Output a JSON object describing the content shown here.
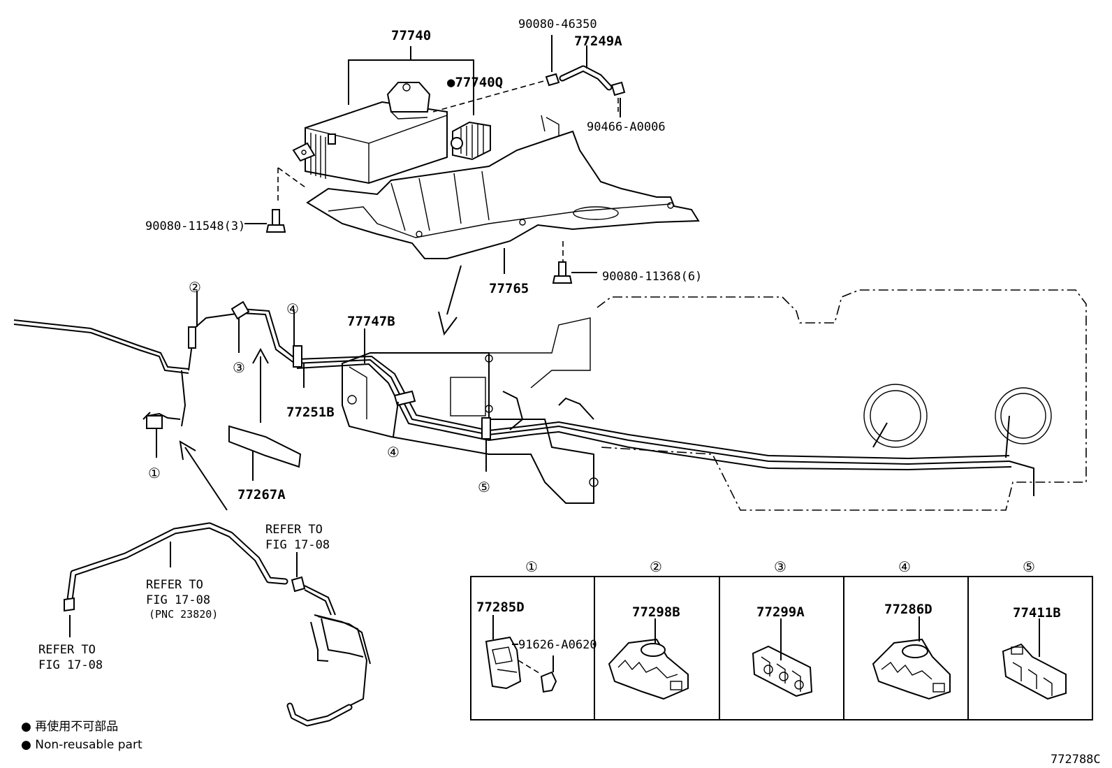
{
  "part_labels": {
    "canister": "77740",
    "canister_filter": "●77740Q",
    "hose": "77249A",
    "clip_top": "90080-46350",
    "clamp_top": "90466-A0006",
    "bolt_left": "90080-11548(3)",
    "bolt_right": "90080-11368(6)",
    "protector": "77765",
    "tube_b": "77747B",
    "tube_251b": "77251B",
    "protector_267a": "77267A",
    "catalog_code": "772788C"
  },
  "refer_notes": {
    "top_right": [
      "REFER TO",
      "FIG 17-08"
    ],
    "middle": [
      "REFER TO",
      "FIG 17-08",
      "(PNC 23820)"
    ],
    "bottom_left": [
      "REFER TO",
      "FIG 17-08"
    ]
  },
  "callouts": {
    "c1": "①",
    "c2": "②",
    "c3": "③",
    "c4a": "④",
    "c4b": "④",
    "c5": "⑤"
  },
  "clamp_table": [
    {
      "index": "①",
      "part": "77285D",
      "extra": "91626-A0620"
    },
    {
      "index": "②",
      "part": "77298B"
    },
    {
      "index": "③",
      "part": "77299A"
    },
    {
      "index": "④",
      "part": "77286D"
    },
    {
      "index": "⑤",
      "part": "77411B"
    }
  ],
  "legend": {
    "line1": "● 再使用不可部品",
    "line2": "● Non-reusable part"
  }
}
